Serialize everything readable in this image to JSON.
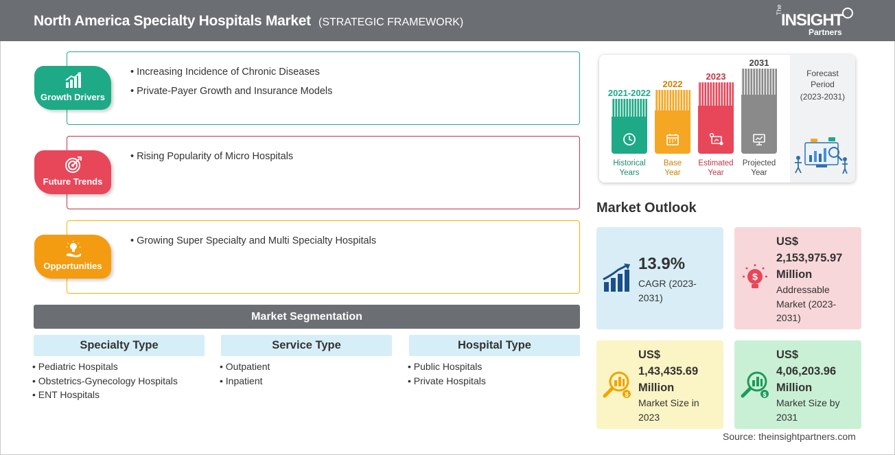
{
  "header": {
    "title": "North America Specialty Hospitals Market",
    "subtitle": "(STRATEGIC FRAMEWORK)",
    "logo": {
      "the": "The",
      "insight": "INSIGHT",
      "partners": "Partners"
    }
  },
  "framework": [
    {
      "label": "Growth Drivers",
      "icon": "growth-chart-icon",
      "color": "#1eaa86",
      "items": [
        "Increasing Incidence of Chronic Diseases",
        "Private-Payer Growth and Insurance Models"
      ]
    },
    {
      "label": "Future Trends",
      "icon": "target-icon",
      "color": "#e8475a",
      "items": [
        "Rising Popularity of Micro Hospitals"
      ]
    },
    {
      "label": "Opportunities",
      "icon": "lightbulb-hand-icon",
      "color": "#f39c12",
      "items": [
        "Growing Super Specialty and Multi Specialty Hospitals"
      ]
    }
  ],
  "segmentation": {
    "title": "Market Segmentation",
    "columns": [
      {
        "heading": "Specialty Type",
        "items": [
          "Pediatric Hospitals",
          "Obstetrics-Gynecology Hospitals",
          "ENT Hospitals"
        ]
      },
      {
        "heading": "Service Type",
        "items": [
          "Outpatient",
          "Inpatient"
        ]
      },
      {
        "heading": "Hospital Type",
        "items": [
          "Public Hospitals",
          "Private Hospitals"
        ]
      }
    ]
  },
  "timeline": {
    "bars": [
      {
        "year": "2021-2022",
        "caption": [
          "Historical",
          "Years"
        ],
        "color": "#1eaa86",
        "icon": "history-icon"
      },
      {
        "year": "2022",
        "caption": [
          "Base",
          "Year"
        ],
        "color": "#f5a623",
        "icon": "calendar-icon"
      },
      {
        "year": "2023",
        "caption": [
          "Estimated",
          "Year"
        ],
        "color": "#e8475a",
        "icon": "estimate-icon"
      },
      {
        "year": "2031",
        "caption": [
          "Projected",
          "Year"
        ],
        "color": "#8a8a8a",
        "icon": "projection-icon"
      }
    ],
    "forecast": {
      "line1": "Forecast",
      "line2": "Period",
      "range": "(2023-2031)"
    }
  },
  "outlook": {
    "title": "Market Outlook",
    "cards": [
      {
        "value": "13.9%",
        "desc": [
          "CAGR (2023-",
          "2031)"
        ],
        "bg": "#d9edf7",
        "icon": "growth-chart-icon"
      },
      {
        "currency": "US$",
        "value": "2,153,975.97",
        "unit": "Million",
        "desc": [
          "Addressable",
          "Market (2023-",
          "2031)"
        ],
        "bg": "#f8d7da",
        "icon": "dollar-bulb-icon"
      },
      {
        "currency": "US$",
        "value": "1,43,435.69",
        "unit": "Million",
        "desc": [
          "Market Size in",
          "2023"
        ],
        "bg": "#fbf4c4",
        "icon": "magnifier-chart-icon"
      },
      {
        "currency": "US$",
        "value": "4,06,203.96",
        "unit": "Million",
        "desc": [
          "Market Size by",
          "2031"
        ],
        "bg": "#c9f0d5",
        "icon": "magnifier-chart-icon"
      }
    ]
  },
  "source": "Source: theinsightpartners.com"
}
